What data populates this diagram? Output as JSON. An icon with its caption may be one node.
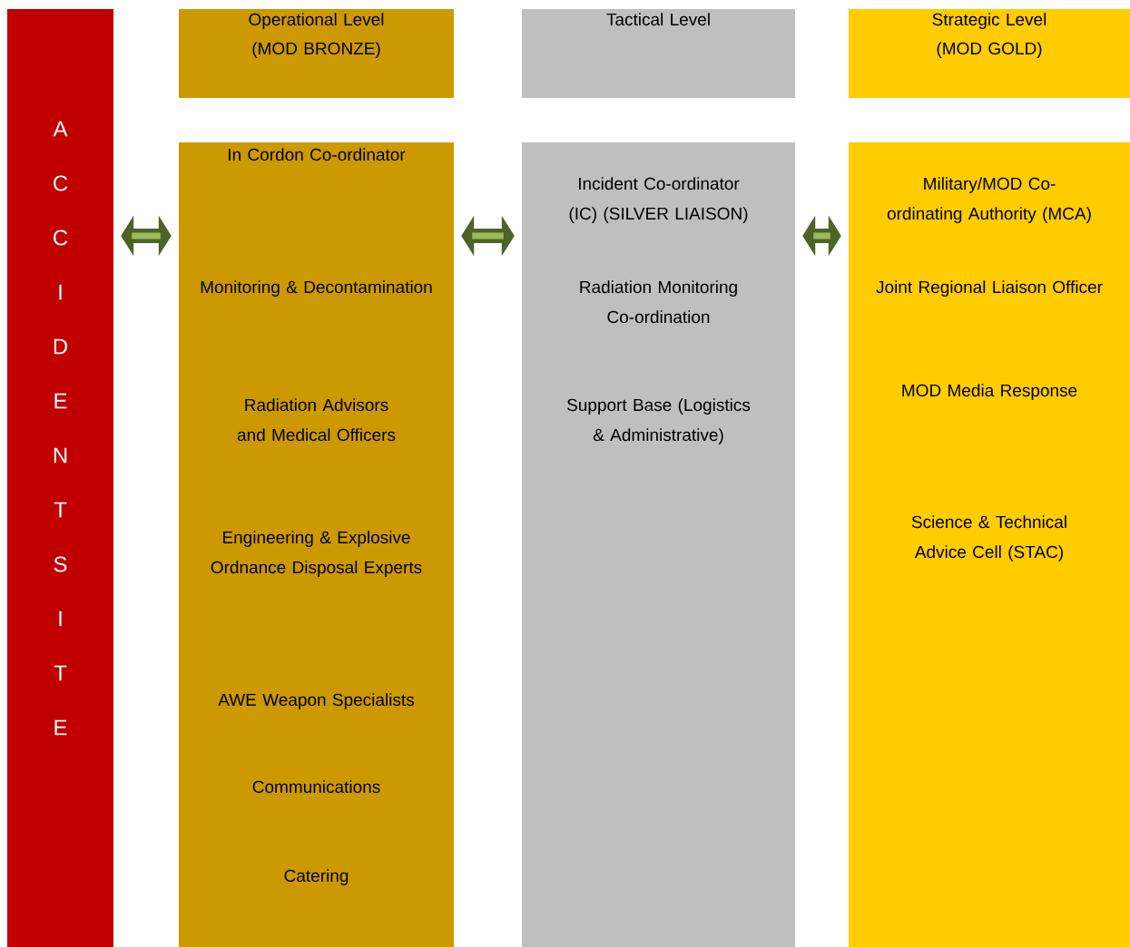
{
  "diagram": {
    "nodes": [
      {
        "text": [
          "A C C I D E N T S I T E"
        ]
      },
      {
        "text": [
          "Operational Level (MOD BRONZE)"
        ]
      },
      {
        "text": [
          "Tactical Level"
        ]
      },
      {
        "text": [
          "Strategic Level (MOD GOLD)"
        ]
      },
      {
        "text": [
          "In Cordon Co-ordinator",
          "Monitoring & Decontamination",
          "Radiation Advisors and Medical Officers",
          "Engineering & Explosive Ordnance Disposal Experts",
          "AWE Weapon Specialists",
          "Communications",
          "Catering"
        ]
      },
      {
        "text": [
          "Incident Co-ordinator (IC) (SILVER LIAISON)",
          "Radiation Monitoring Co-ordination",
          "Support Base (Logistics & Administrative)"
        ]
      },
      {
        "text": [
          "Military/MOD Co-ordinating Authority (MCA)",
          "Joint Regional Liaison Officer",
          "MOD Media Response",
          "Science & Technical Advice Cell (STAC)"
        ]
      }
    ],
    "edges": [
      {
        "from": 0,
        "to": 4,
        "arrow": "both"
      },
      {
        "from": 4,
        "to": 5,
        "arrow": "both"
      },
      {
        "from": 5,
        "to": 6,
        "arrow": "both"
      }
    ]
  }
}
